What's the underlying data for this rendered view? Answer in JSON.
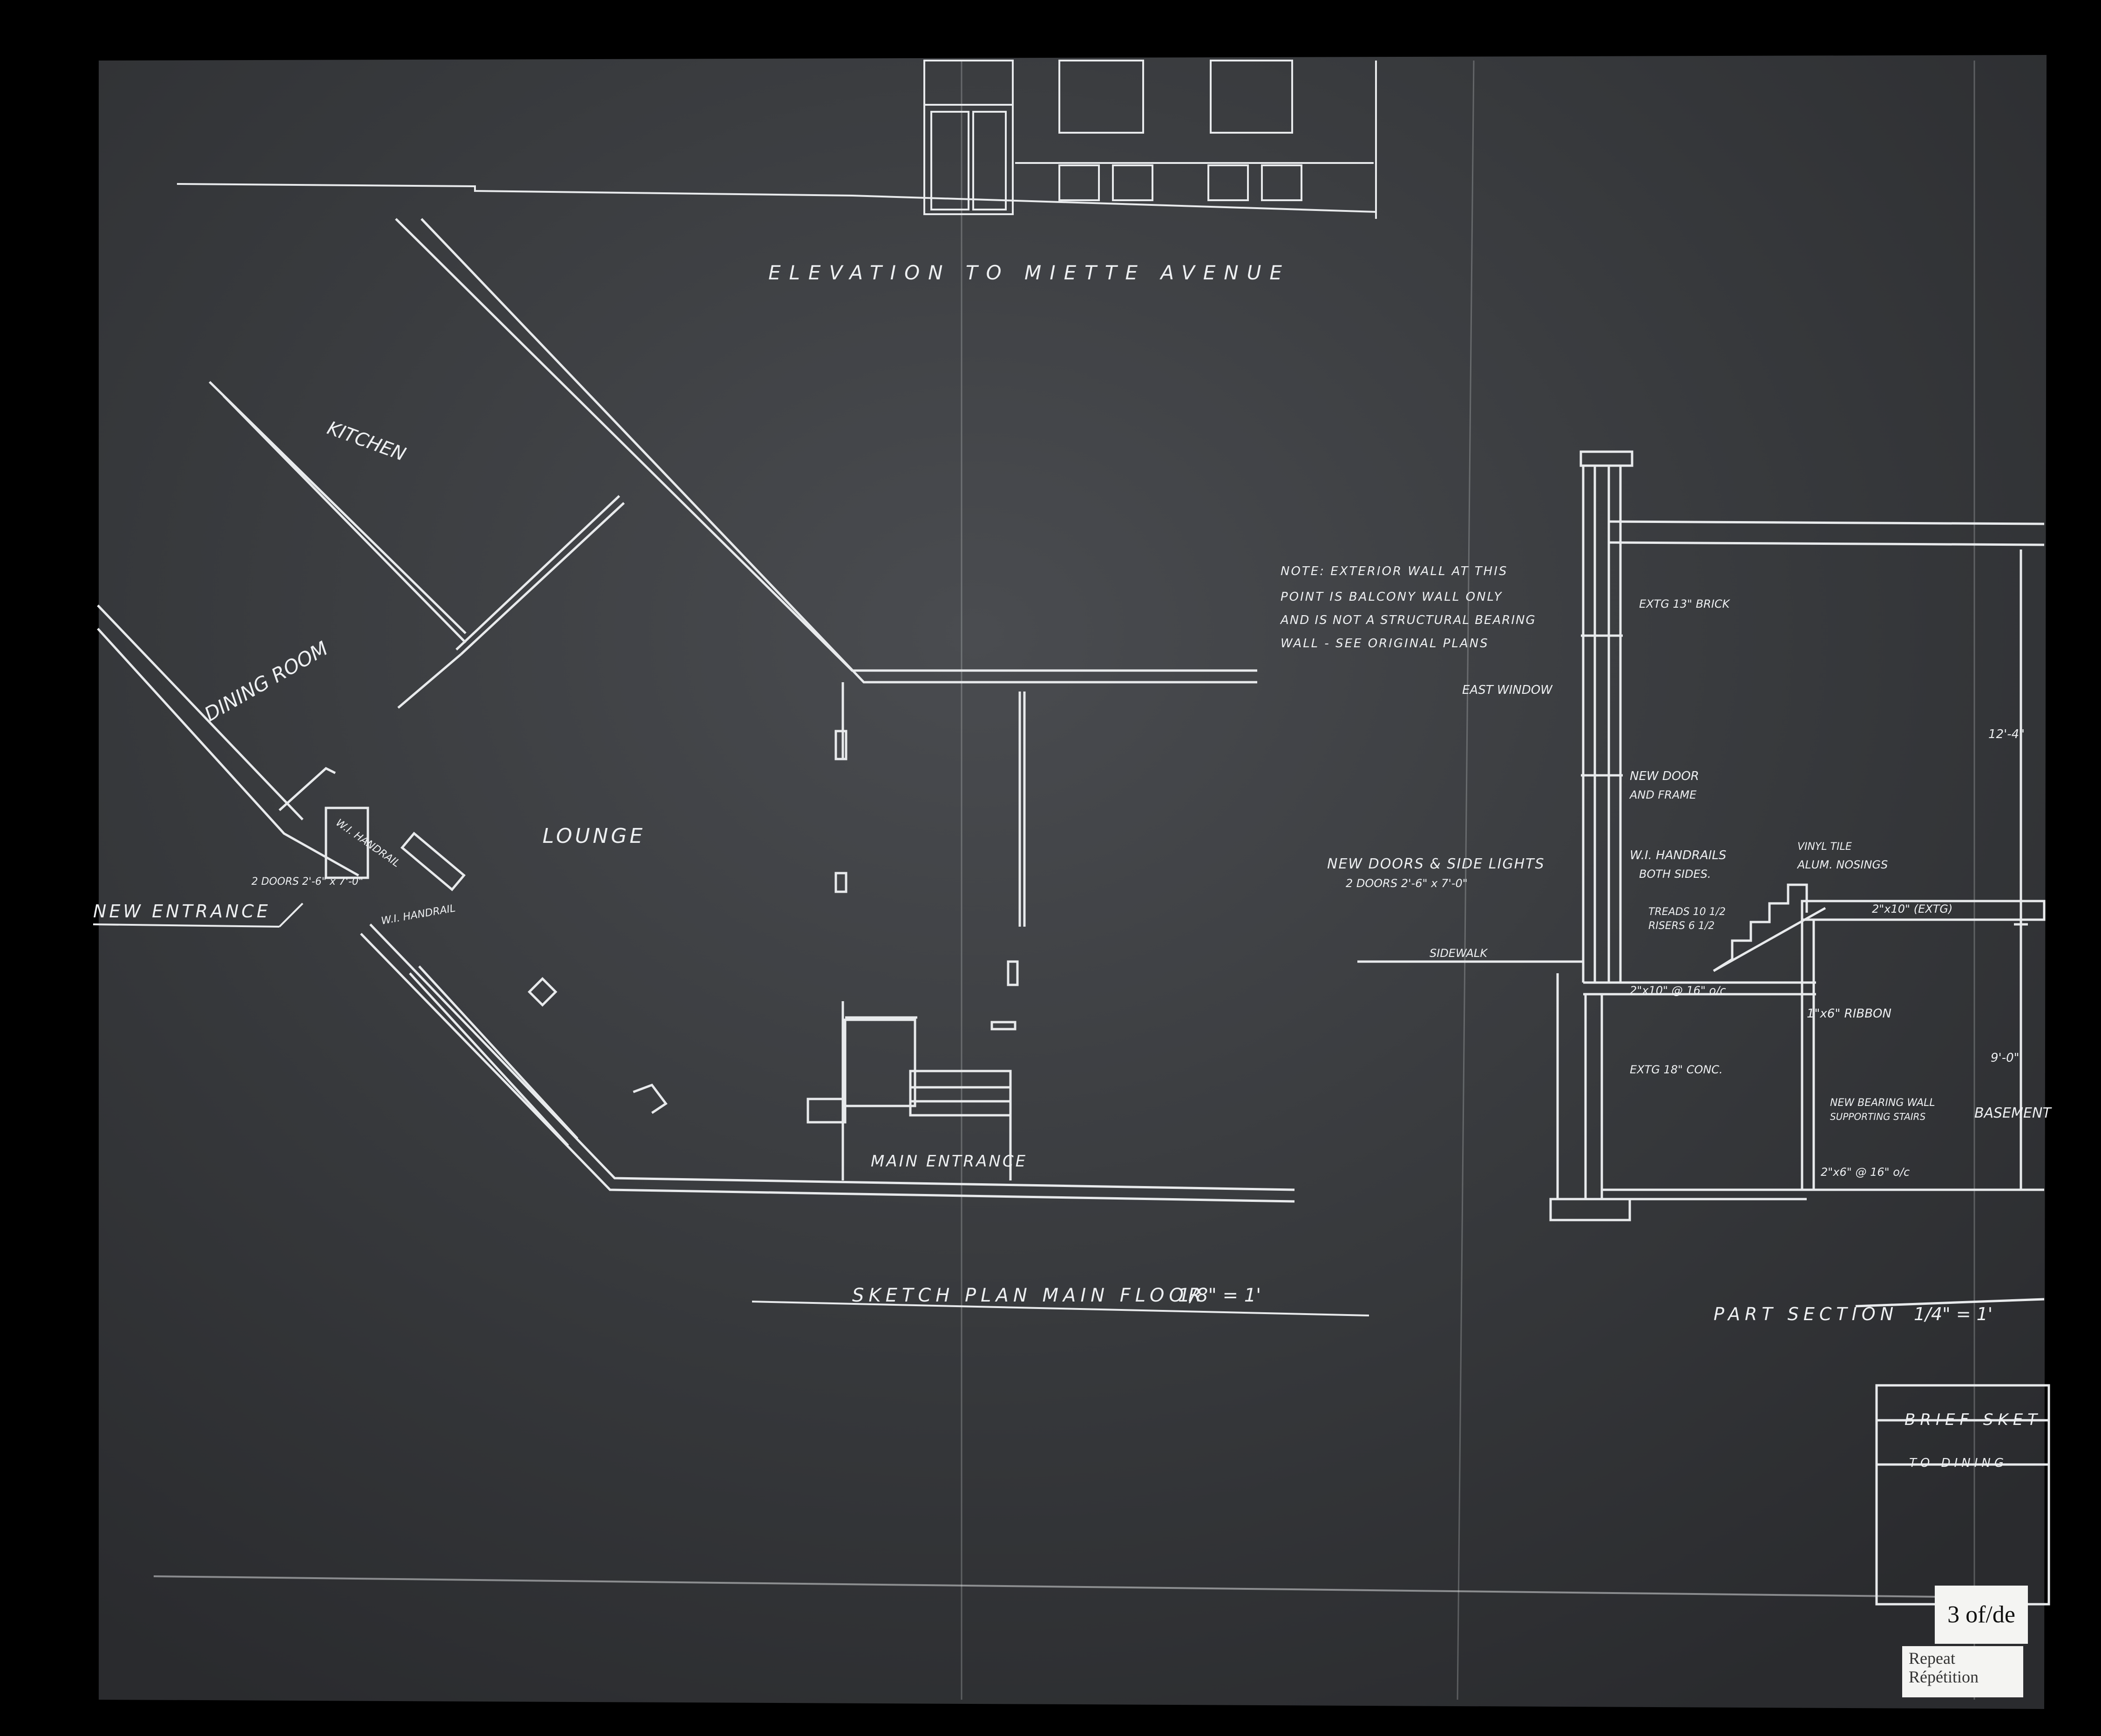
{
  "elevation": {
    "title": "ELEVATION TO MIETTE AVENUE"
  },
  "plan": {
    "title": "SKETCH PLAN MAIN FLOOR",
    "scale": "1/8\" = 1'",
    "rooms": {
      "kitchen": "KITCHEN",
      "dining": "DINING ROOM",
      "lounge": "LOUNGE"
    },
    "new_entrance": "NEW ENTRANCE",
    "main_entrance": "MAIN ENTRANCE",
    "handrail_1": "W.I. HANDRAIL",
    "handrail_2": "W.I. HANDRAIL",
    "doors_note": "2 DOORS 2'-6\" x 7'-0\""
  },
  "section": {
    "title": "PART SECTION",
    "scale": "1/4\" = 1'",
    "note_lines": [
      "NOTE: EXTERIOR WALL AT THIS",
      "POINT IS BALCONY WALL ONLY",
      "AND IS NOT A STRUCTURAL BEARING",
      "WALL - SEE ORIGINAL PLANS"
    ],
    "ext_brick": "EXTG 13\" BRICK",
    "east_window": "EAST WINDOW",
    "new_door": "NEW DOOR",
    "and_frame": "AND FRAME",
    "new_doors_side_lights": "NEW DOORS & SIDE LIGHTS",
    "two_doors": "2 DOORS 2'-6\" x 7'-0\"",
    "wi_handrails": "W.I. HANDRAILS",
    "both_sides": "BOTH SIDES.",
    "vinyl_tile": "VINYL TILE",
    "alum_nosings": "ALUM. NOSINGS",
    "treads": "TREADS 10 1/2",
    "risers": "RISERS 6 1/2",
    "sidewalk": "SIDEWALK",
    "joists_1": "2\"x10\" @ 16\" o/c",
    "joists_2": "2\"x10\" (EXTG)",
    "ribbon": "1\"x6\" RIBBON",
    "ext_conc": "EXTG 18\" CONC.",
    "new_bearing_wall": "NEW BEARING WALL",
    "supporting_stairs": "SUPPORTING STAIRS",
    "basement": "BASEMENT",
    "studs": "2\"x6\" @ 16\" o/c",
    "dim_1": "12'-4\"",
    "dim_2": "9'-0\""
  },
  "title_block": {
    "line1": "BRIEF SKET",
    "line2": "TO DINING"
  },
  "stamps": {
    "sheet": "3 of/de",
    "repeat_1": "Repeat",
    "repeat_2": "Répétition"
  },
  "colors": {
    "paper": "#3b3d40",
    "line": "#e8eaec",
    "background": "#000000"
  }
}
